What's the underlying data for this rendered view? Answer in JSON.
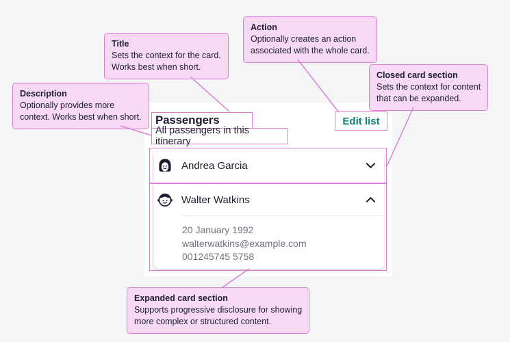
{
  "colors": {
    "page_background": "#f4f5f7",
    "panel_background": "#ffffff",
    "annotation_fill": "#f8d9f4",
    "annotation_border": "#dd7ed6",
    "text_primary": "#1c1e31",
    "text_secondary": "#6f727d",
    "action_teal": "#0d8277",
    "divider": "#e8e9ee"
  },
  "annotations": {
    "title": {
      "heading": "Title",
      "body": "Sets the context for the card.\nWorks best when short."
    },
    "action": {
      "heading": "Action",
      "body": "Optionally creates an action\nassociated with the whole card."
    },
    "description": {
      "heading": "Description",
      "body": "Optionally provides more\ncontext. Works best when short."
    },
    "closed": {
      "heading": "Closed card section",
      "body": "Sets the context for content\nthat can be expanded."
    },
    "expanded": {
      "heading": "Expanded card section",
      "body": "Supports progressive disclosure for showing\nmore complex or structured content."
    }
  },
  "card": {
    "title": "Passengers",
    "description": "All passengers in this itinerary",
    "action_label": "Edit list",
    "sections": [
      {
        "name": "Andrea Garcia",
        "avatar_icon": "woman-avatar-icon",
        "state": "collapsed",
        "chevron_icon": "chevron-down-icon"
      },
      {
        "name": "Walter Watkins",
        "avatar_icon": "boy-avatar-icon",
        "state": "expanded",
        "chevron_icon": "chevron-up-icon",
        "details": [
          "20 January 1992",
          "walterwatkins@example.com",
          "001245745 5758"
        ]
      }
    ]
  }
}
